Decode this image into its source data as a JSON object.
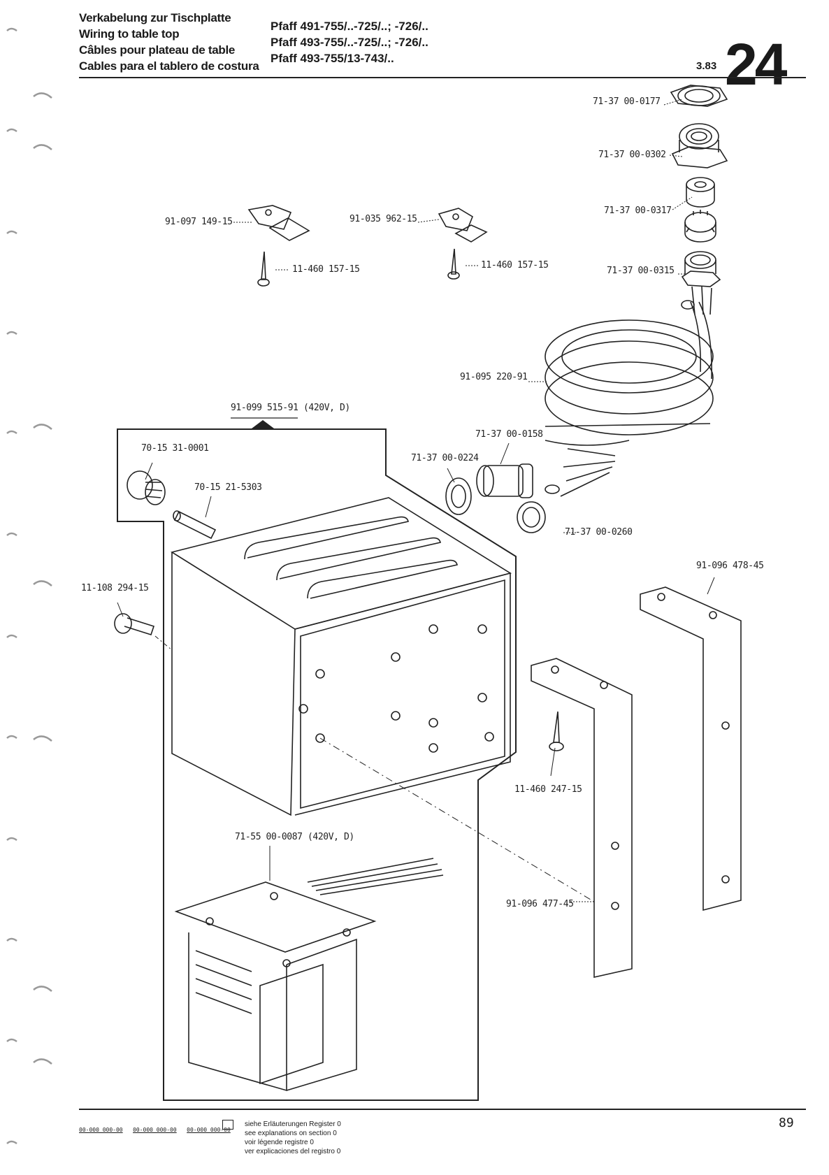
{
  "header": {
    "title_lines": [
      "Verkabelung zur Tischplatte",
      "Wiring to table top",
      "Câbles pour plateau de table",
      "Cables para el tablero de costura"
    ],
    "model_lines": [
      "Pfaff 491-755/..-725/..; -726/..",
      "Pfaff 493-755/..-725/..; -726/..",
      "Pfaff 493-755/13-743/.."
    ],
    "date": "3.83",
    "section_number": "24"
  },
  "parts": {
    "p1": "71-37 00-0177",
    "p2": "71-37 00-0302",
    "p3": "71-37 00-0317",
    "p4": "71-37 00-0315",
    "p5": "91-097 149-15",
    "p6": "91-035 962-15",
    "p7": "11-460 157-15",
    "p8": "11-460 157-15",
    "p9": "91-095 220-91",
    "p10": "91-099 515-91",
    "p10_note": "(420V, D)",
    "p11": "71-37 00-0158",
    "p12": "71-37 00-0224",
    "p13": "70-15 31-0001",
    "p14": "70-15 21-5303",
    "p15": "71-37 00-0260",
    "p16": "91-096 478-45",
    "p17": "11-108 294-15",
    "p18": "11-460 247-15",
    "p19": "71-55 00-0087",
    "p19_note": "(420V, D)",
    "p20": "91-096 477-45"
  },
  "footer": {
    "codes": [
      "00-000 000-00",
      "00-000 000-00",
      "00-000 000-00"
    ],
    "legend_lines": [
      "siehe Erläuterungen Register 0",
      "see explanations on section 0",
      "voir légende registre 0",
      "ver explicaciones del registro 0"
    ],
    "page_number": "89"
  }
}
